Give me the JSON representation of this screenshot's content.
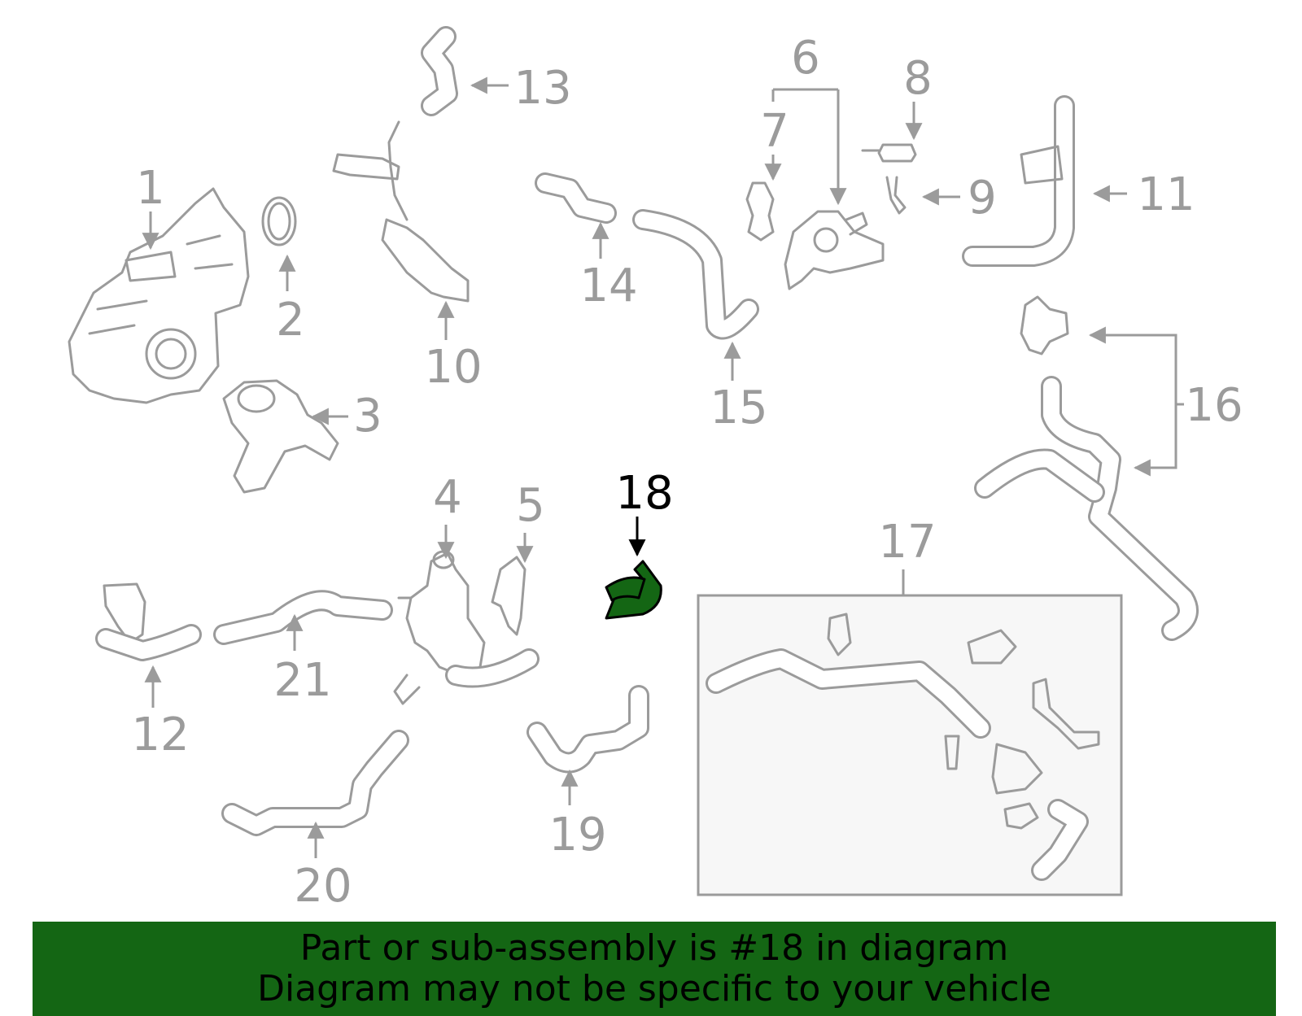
{
  "callouts": [
    {
      "id": "1",
      "label": "1"
    },
    {
      "id": "2",
      "label": "2"
    },
    {
      "id": "3",
      "label": "3"
    },
    {
      "id": "4",
      "label": "4"
    },
    {
      "id": "5",
      "label": "5"
    },
    {
      "id": "6",
      "label": "6"
    },
    {
      "id": "7",
      "label": "7"
    },
    {
      "id": "8",
      "label": "8"
    },
    {
      "id": "9",
      "label": "9"
    },
    {
      "id": "10",
      "label": "10"
    },
    {
      "id": "11",
      "label": "11"
    },
    {
      "id": "12",
      "label": "12"
    },
    {
      "id": "13",
      "label": "13"
    },
    {
      "id": "14",
      "label": "14"
    },
    {
      "id": "15",
      "label": "15"
    },
    {
      "id": "16",
      "label": "16"
    },
    {
      "id": "17",
      "label": "17"
    },
    {
      "id": "18",
      "label": "18",
      "highlighted": true
    },
    {
      "id": "19",
      "label": "19"
    },
    {
      "id": "20",
      "label": "20"
    },
    {
      "id": "21",
      "label": "21"
    }
  ],
  "colors": {
    "part_line": "#9b9b9b",
    "highlight_part": "#146614",
    "banner_bg": "#146614",
    "highlight_label": "#000000"
  },
  "banner": {
    "line1": "Part or sub-assembly is #18 in diagram",
    "line2": "Diagram may not be specific to your vehicle"
  }
}
